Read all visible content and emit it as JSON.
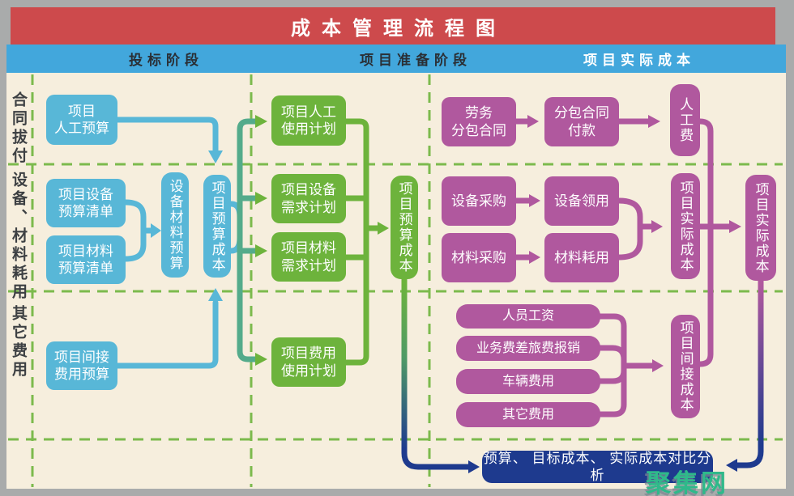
{
  "title": "成本管理流程图",
  "phases": {
    "bidding": "投标阶段",
    "preparation": "项目准备阶段",
    "actual": "项目实际成本"
  },
  "rows": {
    "contract": "合同拔付",
    "equipment_material": "设备、材料耗用",
    "other": "其它费用"
  },
  "boxes": {
    "labor_budget": "项目\n人工预算",
    "equip_budget_list": "项目设备\n预算清单",
    "material_budget_list": "项目材料\n预算清单",
    "equip_material_budget": "设备材料预算",
    "project_budget_cost_teal": "项目预算成本",
    "indirect_expense_budget": "项目间接\n费用预算",
    "labor_use_plan": "项目人工\n使用计划",
    "equip_demand_plan": "项目设备\n需求计划",
    "material_demand_plan": "项目材料\n需求计划",
    "expense_use_plan": "项目费用\n使用计划",
    "project_budget_cost_green": "项目预算成本",
    "labor_subcontract": "劳务\n分包合同",
    "subcontract_payment": "分包合同\n付款",
    "labor_cost": "人工费",
    "equip_purchase": "设备采购",
    "equip_requisition": "设备领用",
    "material_purchase": "材料采购",
    "material_consumption": "材料耗用",
    "actual_cost_1": "项目实际成本",
    "actual_cost_2": "项目实际成本",
    "staff_salary": "人员工资",
    "business_travel_expense": "业务费差旅费报销",
    "vehicle_expense": "车辆费用",
    "other_expense": "其它费用",
    "indirect_cost": "项目间接成本",
    "comparison": "预算、 目标成本、 实际成本对比分析"
  },
  "watermark": "聚集网",
  "colors": {
    "banner_red": "#cd4a4c",
    "phase_bar_blue": "#42a7dc",
    "teal_box": "#58b7d7",
    "green_box": "#6db33c",
    "purple_box": "#b0589e",
    "navy_box": "#1e3a8e",
    "background": "#f6eedd",
    "grid_dash_green": "#7cba4d",
    "trunk_seagreen": "#54ab8b",
    "watermark_green": "#2fb98a",
    "frame_gray": "#a9abab"
  }
}
